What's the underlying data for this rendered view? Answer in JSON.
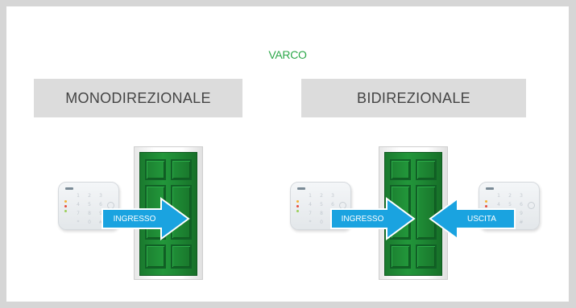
{
  "title": "VARCO",
  "colors": {
    "accent_green": "#2da84a",
    "arrow_blue": "#1aa3e0",
    "label_bg": "#dcdcdc"
  },
  "panels": [
    {
      "label": "MONODIREZIONALE",
      "arrows": [
        {
          "direction": "right",
          "text": "INGRESSO"
        }
      ],
      "keypads": 1
    },
    {
      "label": "BIDIREZIONALE",
      "arrows": [
        {
          "direction": "right",
          "text": "INGRESSO"
        },
        {
          "direction": "left",
          "text": "USCITA"
        }
      ],
      "keypads": 2
    }
  ],
  "keypad_keys": [
    "1",
    "2",
    "3",
    "4",
    "5",
    "6",
    "7",
    "8",
    "9",
    "*",
    "0",
    "#"
  ]
}
